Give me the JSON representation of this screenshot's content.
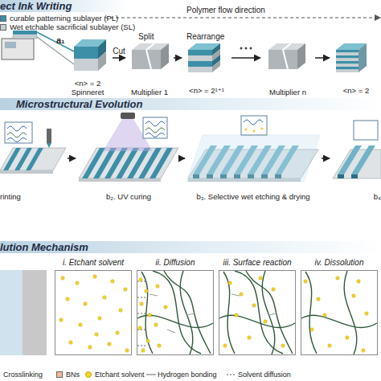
{
  "diagram": {
    "nodes": [
      {
        "text": [
          "ect Ink Writing"
        ]
      },
      {
        "text": [
          "<n> = 2",
          "Spinneret"
        ]
      },
      {
        "text": [
          "Multiplier 1"
        ]
      },
      {
        "text": [
          "<n> = 2¹⁺¹"
        ]
      },
      {
        "text": [
          "Multiplier n"
        ]
      },
      {
        "text": [
          "<n> = 2"
        ]
      },
      {
        "text": [
          "Microstructural Evolution"
        ]
      },
      {
        "text": [
          "rinting"
        ]
      },
      {
        "text": [
          "b₂. UV curing"
        ]
      },
      {
        "text": [
          "b₃. Selective wet etching & drying"
        ]
      },
      {
        "text": [
          "b₄"
        ]
      },
      {
        "text": [
          "lution Mechanism"
        ]
      },
      {
        "text": [
          "i. Etchant solvent"
        ]
      },
      {
        "text": [
          "ii. Diffusion"
        ]
      },
      {
        "text": [
          "iii. Surface reaction"
        ]
      },
      {
        "text": [
          "iv. Dissolution"
        ]
      }
    ],
    "edges": [
      {
        "from": 1,
        "to": 2,
        "label": "Cut",
        "arrow": "to"
      },
      {
        "from": 2,
        "to": 3,
        "arrow": "to"
      },
      {
        "from": 3,
        "to": 4,
        "arrow": "to"
      },
      {
        "from": 4,
        "to": 5,
        "arrow": "to"
      },
      {
        "from": 7,
        "to": 8,
        "arrow": "to"
      },
      {
        "from": 8,
        "to": 9,
        "arrow": "to"
      },
      {
        "from": 9,
        "to": 10,
        "arrow": "to"
      }
    ],
    "labels": [
      "Polymer flow direction",
      "Split",
      "Rearrange",
      "a₁"
    ],
    "legend": [
      {
        "text": "curable patterning sublayer (PL)",
        "color": "#3d8fa8"
      },
      {
        "text": "Wet etchable sacrificial sublayer (SL)",
        "color": "#c9cfd2"
      },
      {
        "text": "Crosslinking"
      },
      {
        "text": "BNs",
        "color": "#f4b894"
      },
      {
        "text": "Etchant solvent",
        "color": "#f3d330"
      },
      {
        "text": "Hydrogen bonding"
      },
      {
        "text": "Solvent diffusion"
      }
    ]
  }
}
